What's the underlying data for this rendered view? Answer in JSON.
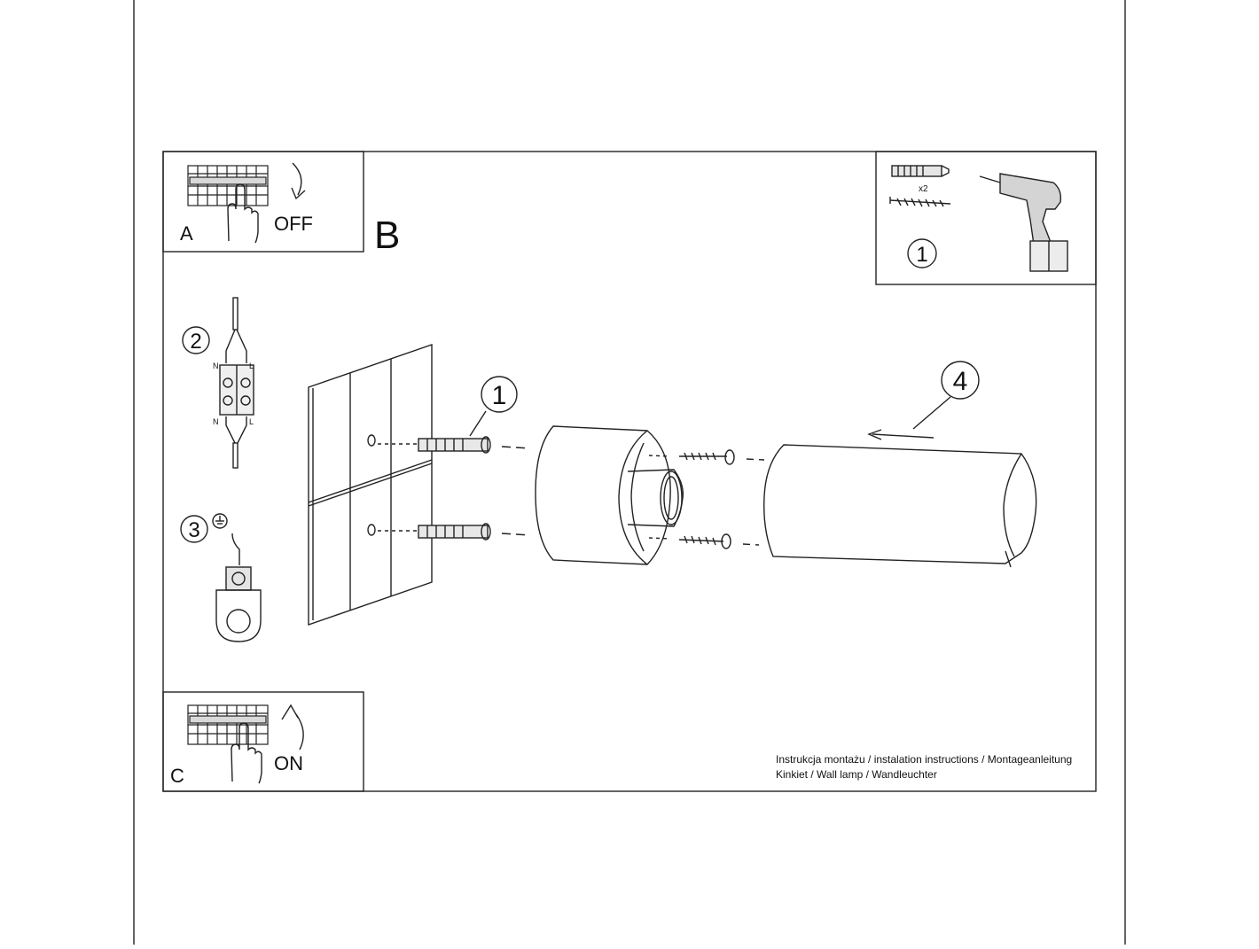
{
  "panels": {
    "a": {
      "letter": "A",
      "action": "OFF"
    },
    "b": {
      "letter": "B"
    },
    "c": {
      "letter": "C",
      "action": "ON"
    }
  },
  "tools": {
    "step": "1",
    "quantity": "x2",
    "icons": [
      "wall-plug-icon",
      "screw-icon",
      "drill-icon"
    ]
  },
  "wiring": {
    "step": "2",
    "terminal_labels": {
      "top_left": "N",
      "top_right": "L",
      "bottom_left": "N",
      "bottom_right": "L"
    }
  },
  "earth": {
    "step": "3"
  },
  "callouts": {
    "wall_plug": "1",
    "shade": "4"
  },
  "footer": {
    "line1": "Instrukcja montażu / instalation instructions / Montageanleitung",
    "line2": "Kinkiet / Wall lamp / Wandleuchter"
  }
}
